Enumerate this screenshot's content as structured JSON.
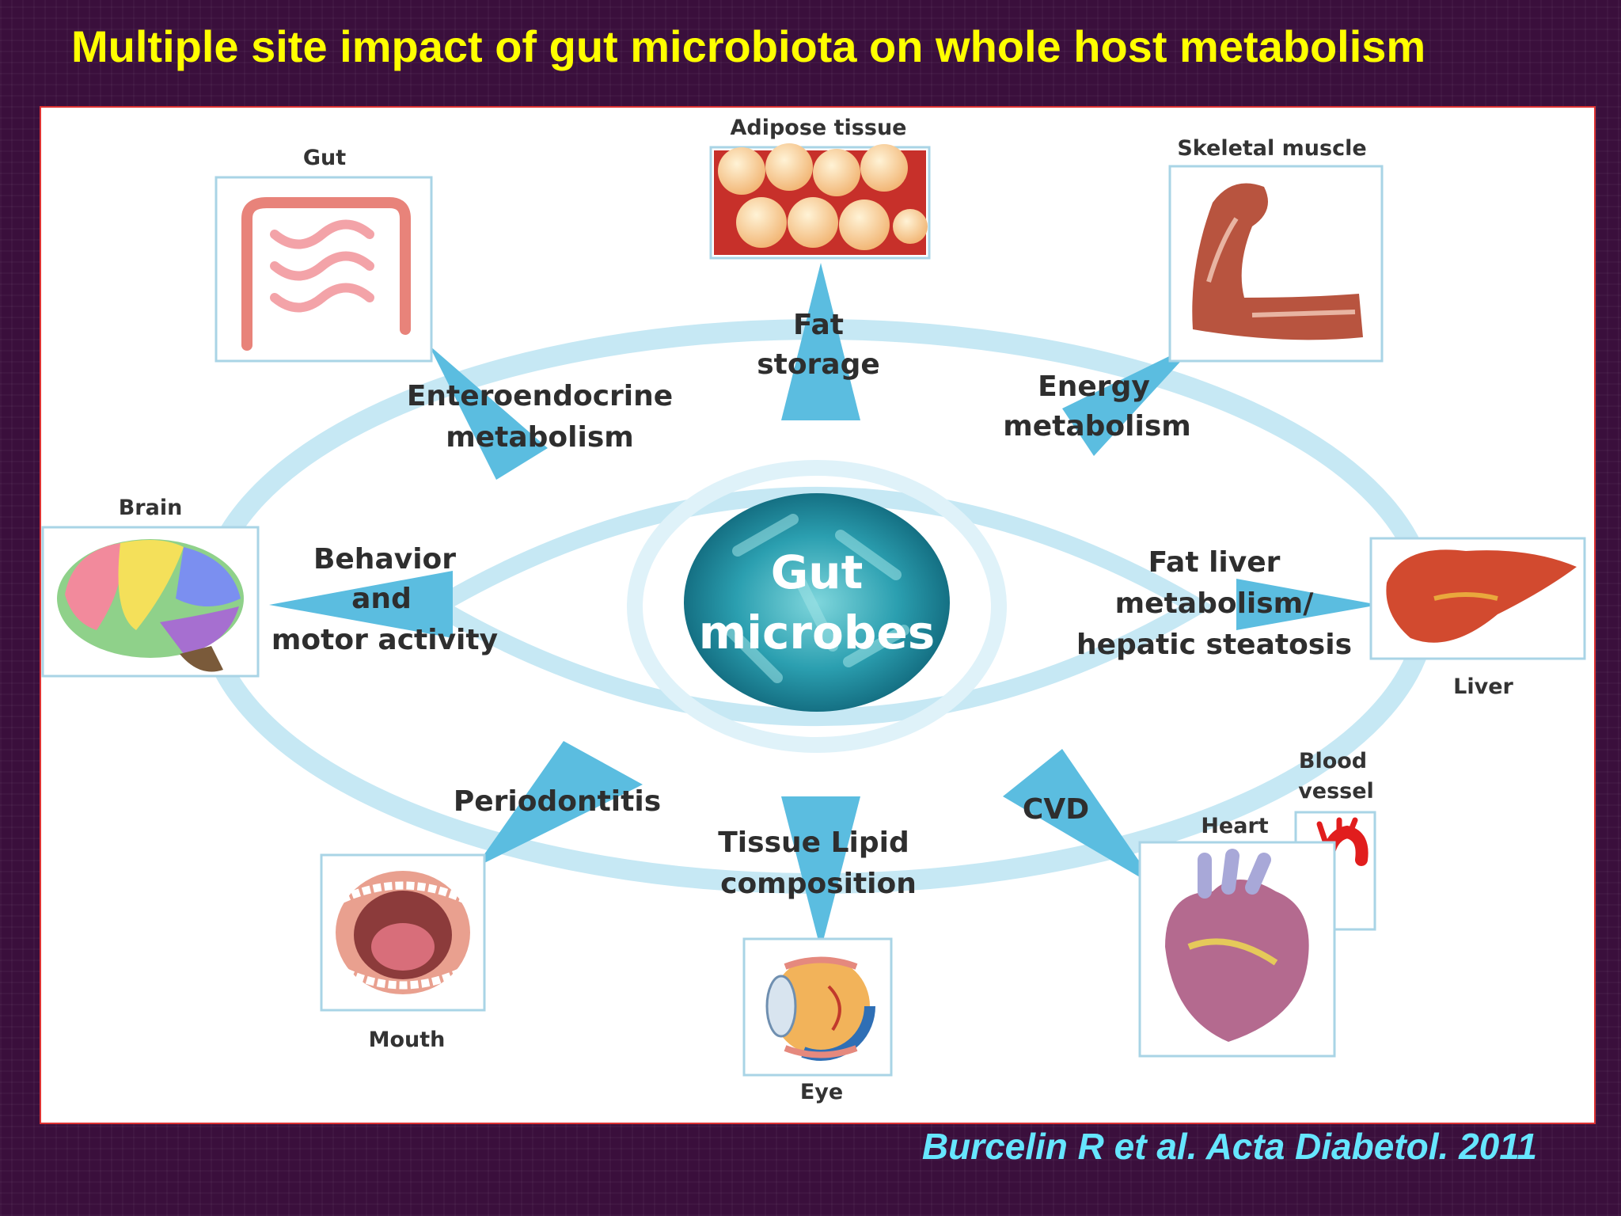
{
  "title": "Multiple site impact of gut microbiota on whole host metabolism",
  "citation": "Burcelin R et al. Acta Diabetol. 2011",
  "center": {
    "line1": "Gut",
    "line2": "microbes"
  },
  "organs": {
    "gut": "Gut",
    "adipose": "Adipose tissue",
    "muscle": "Skeletal muscle",
    "brain": "Brain",
    "liver": "Liver",
    "blood_line1": "Blood",
    "blood_line2": "vessel",
    "heart": "Heart",
    "mouth": "Mouth",
    "eye": "Eye"
  },
  "relations": {
    "enteroendocrine": [
      "Enteroendocrine",
      "metabolism"
    ],
    "fat_storage": [
      "Fat",
      "storage"
    ],
    "energy": [
      "Energy",
      "metabolism"
    ],
    "behavior": [
      "Behavior",
      "and",
      "motor activity"
    ],
    "fat_liver": [
      "Fat liver",
      "metabolism/",
      "hepatic steatosis"
    ],
    "periodontitis": "Periodontitis",
    "tissue_lipid": [
      "Tissue Lipid",
      "composition"
    ],
    "cvd": "CVD"
  },
  "colors": {
    "accent": "#5bbde0",
    "title": "#ffff00",
    "citation": "#66e6ff"
  }
}
